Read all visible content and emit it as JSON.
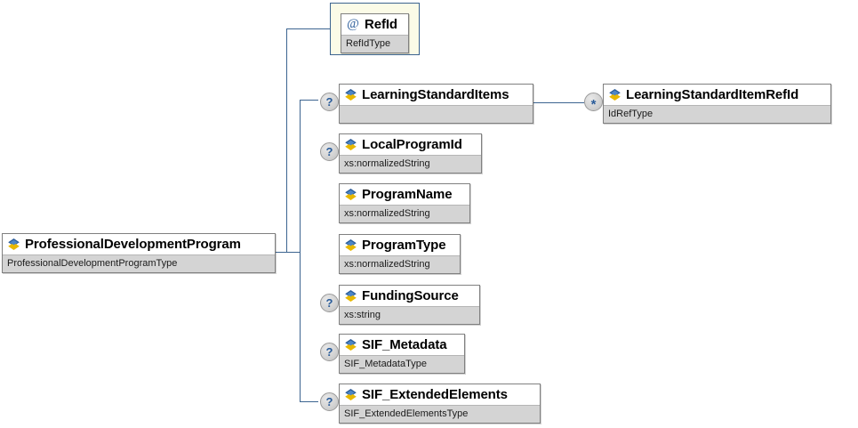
{
  "diagram": {
    "type": "xml-schema-element-tree",
    "root": {
      "name": "ProfessionalDevelopmentProgram",
      "type_label": "ProfessionalDevelopmentProgramType",
      "icon": "element-icon",
      "occurrence": null
    },
    "attributes": [
      {
        "name": "RefId",
        "type_label": "RefIdType",
        "icon": "attribute-icon",
        "occurrence": null
      }
    ],
    "children": [
      {
        "name": "LearningStandardItems",
        "type_label": "",
        "icon": "element-icon",
        "occurrence": "?",
        "occurrence_name": "optional-marker"
      },
      {
        "name": "LocalProgramId",
        "type_label": "xs:normalizedString",
        "icon": "element-icon",
        "occurrence": "?",
        "occurrence_name": "optional-marker"
      },
      {
        "name": "ProgramName",
        "type_label": "xs:normalizedString",
        "icon": "element-icon",
        "occurrence": null
      },
      {
        "name": "ProgramType",
        "type_label": "xs:normalizedString",
        "icon": "element-icon",
        "occurrence": null
      },
      {
        "name": "FundingSource",
        "type_label": "xs:string",
        "icon": "element-icon",
        "occurrence": "?",
        "occurrence_name": "optional-marker"
      },
      {
        "name": "SIF_Metadata",
        "type_label": "SIF_MetadataType",
        "icon": "element-icon",
        "occurrence": "?",
        "occurrence_name": "optional-marker"
      },
      {
        "name": "SIF_ExtendedElements",
        "type_label": "SIF_ExtendedElementsType",
        "icon": "element-icon",
        "occurrence": "?",
        "occurrence_name": "optional-marker"
      }
    ],
    "grandchildren": [
      {
        "parent": "LearningStandardItems",
        "name": "LearningStandardItemRefId",
        "type_label": "IdRefType",
        "icon": "element-icon",
        "occurrence": "*",
        "occurrence_name": "unbounded-marker"
      }
    ],
    "colors": {
      "connector": "#3c6490",
      "node_border": "#808080",
      "subtitle_bg": "#d4d4d4",
      "attribute_container_bg": "#fbfbe7",
      "icon_blue": "#2a5c9a",
      "icon_gold": "#e8b800",
      "background": "#ffffff"
    }
  }
}
